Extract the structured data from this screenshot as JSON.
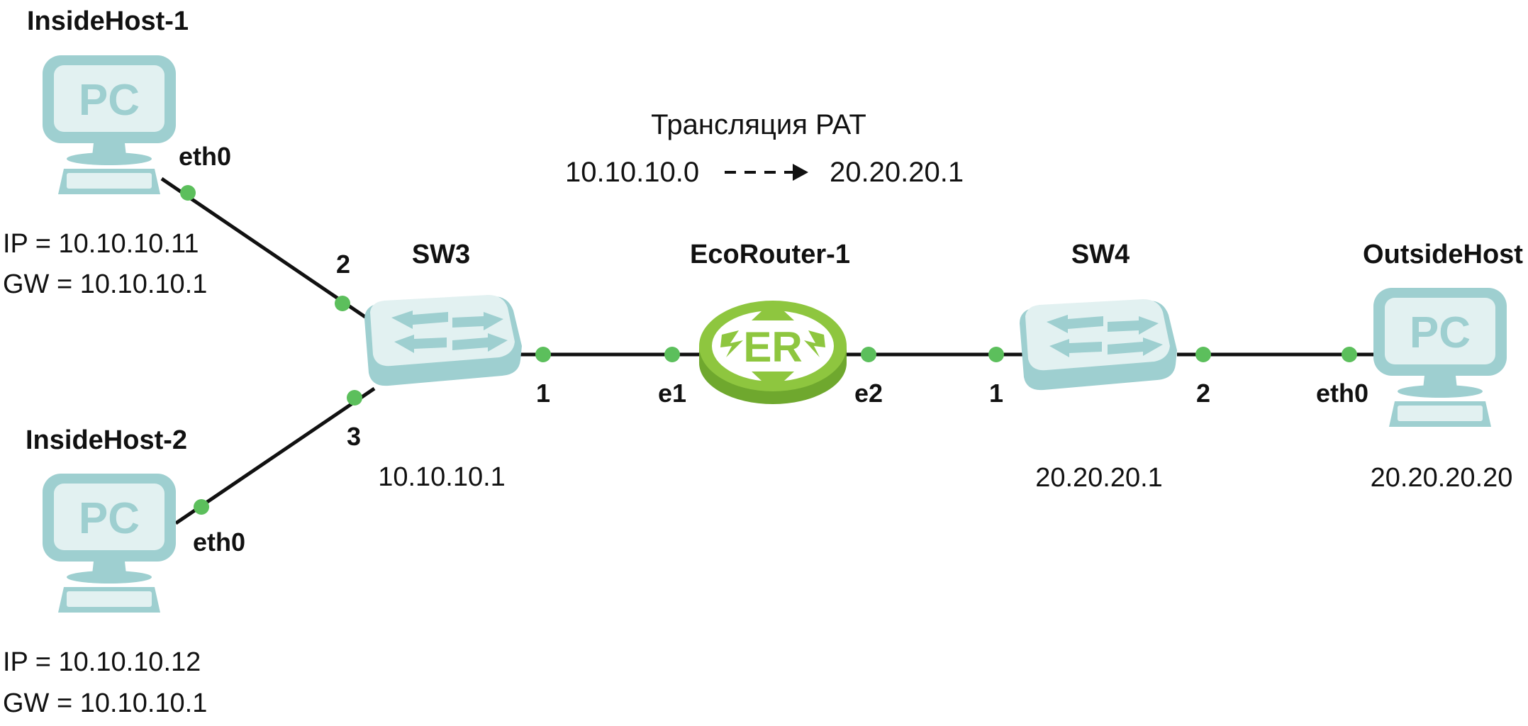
{
  "pat": {
    "title": "Трансляция PAT",
    "from": "10.10.10.0",
    "to": "20.20.20.1"
  },
  "devices": {
    "inside_host_1": {
      "name": "InsideHost-1",
      "icon_text": "PC",
      "port": "eth0",
      "ip": "IP = 10.10.10.11",
      "gw": "GW = 10.10.10.1"
    },
    "inside_host_2": {
      "name": "InsideHost-2",
      "icon_text": "PC",
      "port": "eth0",
      "ip": "IP = 10.10.10.12",
      "gw": "GW = 10.10.10.1"
    },
    "sw3": {
      "name": "SW3",
      "port_1": "1",
      "port_2": "2",
      "port_3": "3",
      "address": "10.10.10.1"
    },
    "router": {
      "name": "EcoRouter-1",
      "icon_text": "ER",
      "port_e1": "e1",
      "port_e2": "e2"
    },
    "sw4": {
      "name": "SW4",
      "port_1": "1",
      "port_2": "2",
      "address": "20.20.20.1"
    },
    "outside_host": {
      "name": "OutsideHost",
      "icon_text": "PC",
      "port": "eth0",
      "address": "20.20.20.20"
    }
  },
  "colors": {
    "device_fill": "#9ecfd0",
    "device_light": "#e2f1f1",
    "router_fill": "#8ec63f",
    "port_dot": "#5cbf5c",
    "link": "#111111"
  },
  "icons": [
    "pc-icon",
    "switch-icon",
    "router-icon",
    "arrow-right-icon"
  ]
}
